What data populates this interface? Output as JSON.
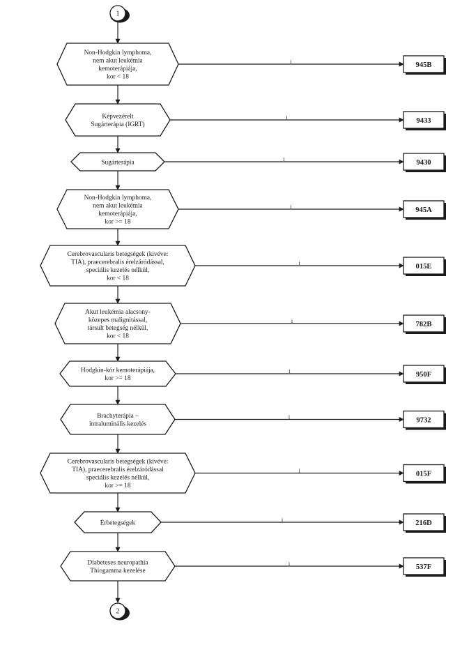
{
  "start_connector": "1",
  "end_connector": "2",
  "branch_label": "i",
  "steps": [
    {
      "lines": [
        "Non-Hodgkin lymphoma,",
        "nem akut leukémia",
        "kemoterápiája,",
        "kor < 18"
      ],
      "code": "945B"
    },
    {
      "lines": [
        "Képvezérelt",
        "Sugárterápia (IGRT)"
      ],
      "code": "9433"
    },
    {
      "lines": [
        "Sugárterápia"
      ],
      "code": "9430"
    },
    {
      "lines": [
        "Non-Hodgkin lymphoma,",
        "nem akut leukémia",
        "kemoterápiája,",
        "kor >= 18"
      ],
      "code": "945A"
    },
    {
      "lines": [
        "Cerebrovascularis betegségek (kivéve:",
        "TIA), praecerebralis érelzáródással,",
        "speciális kezelés nélkül,",
        "kor < 18"
      ],
      "code": "015E"
    },
    {
      "lines": [
        "Akut leukémia alacsony-",
        "közepes malignitással,",
        "társult betegség nélkül,",
        "kor < 18"
      ],
      "code": "782B"
    },
    {
      "lines": [
        "Hodgkin-kór kemoterápiája,",
        "kor >= 18"
      ],
      "code": "950F"
    },
    {
      "lines": [
        "Brachyterápia –",
        "intraluminális kezelés"
      ],
      "code": "9732"
    },
    {
      "lines": [
        "Cerebrovascularis betegségek (kivéve:",
        "TIA), praecerebralis érelzáródással",
        "speciális kezelés nélkül,",
        "kor >= 18"
      ],
      "code": "015F"
    },
    {
      "lines": [
        "Érbetegségek"
      ],
      "code": "216D"
    },
    {
      "lines": [
        "Diabeteses neuropathia",
        "Thiogamma kezelése"
      ],
      "code": "537F"
    }
  ]
}
